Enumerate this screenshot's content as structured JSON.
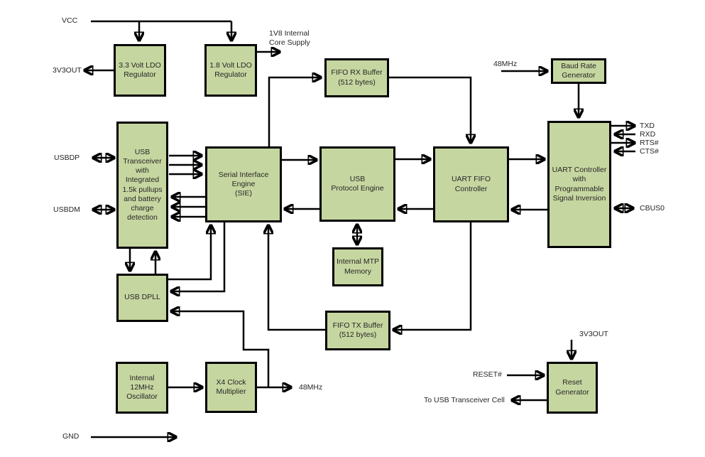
{
  "diagram_name": "USB to UART IC block diagram",
  "colors": {
    "block_fill": "#c6d6a0",
    "block_border": "#000000",
    "wire": "#000000",
    "background": "#ffffff",
    "text": "#262626"
  },
  "blocks": {
    "ldo33": {
      "label": "3.3 Volt LDO\nRegulator"
    },
    "ldo18": {
      "label": "1.8 Volt LDO\nRegulator"
    },
    "fifo_rx": {
      "label": "FIFO RX Buffer\n(512 bytes)"
    },
    "baud": {
      "label": "Baud Rate\nGenerator"
    },
    "xcvr": {
      "label": "USB\nTransceiver\nwith\nIntegrated\n1.5k pullups\nand battery\ncharge\ndetection"
    },
    "sie": {
      "label": "Serial Interface\nEngine\n(SIE)"
    },
    "upe": {
      "label": "USB\nProtocol Engine"
    },
    "uart_fifo": {
      "label": "UART FIFO\nController"
    },
    "uart_ctl": {
      "label": "UART Controller\nwith\nProgrammable\nSignal Inversion"
    },
    "mtp": {
      "label": "Internal MTP\nMemory"
    },
    "fifo_tx": {
      "label": "FIFO TX Buffer\n(512 bytes)"
    },
    "dpll": {
      "label": "USB DPLL"
    },
    "osc": {
      "label": "Internal\n12MHz\nOscillator"
    },
    "x4": {
      "label": "X4 Clock\nMultiplier"
    },
    "reset": {
      "label": "Reset\nGenerator"
    }
  },
  "pins": {
    "vcc": "VCC",
    "v3out": "3V3OUT",
    "core18": "1V8 Internal\nCore Supply",
    "usbdp": "USBDP",
    "usbdm": "USBDM",
    "clk48_top": "48MHz",
    "txd": "TXD",
    "rxd": "RXD",
    "rts": "RTS#",
    "cts": "CTS#",
    "cbus0": "CBUS0",
    "clk48_out": "48MHz",
    "v3out_reset": "3V3OUT",
    "reset_in": "RESET#",
    "to_usb_cell": "To USB Transceiver Cell",
    "gnd": "GND"
  }
}
